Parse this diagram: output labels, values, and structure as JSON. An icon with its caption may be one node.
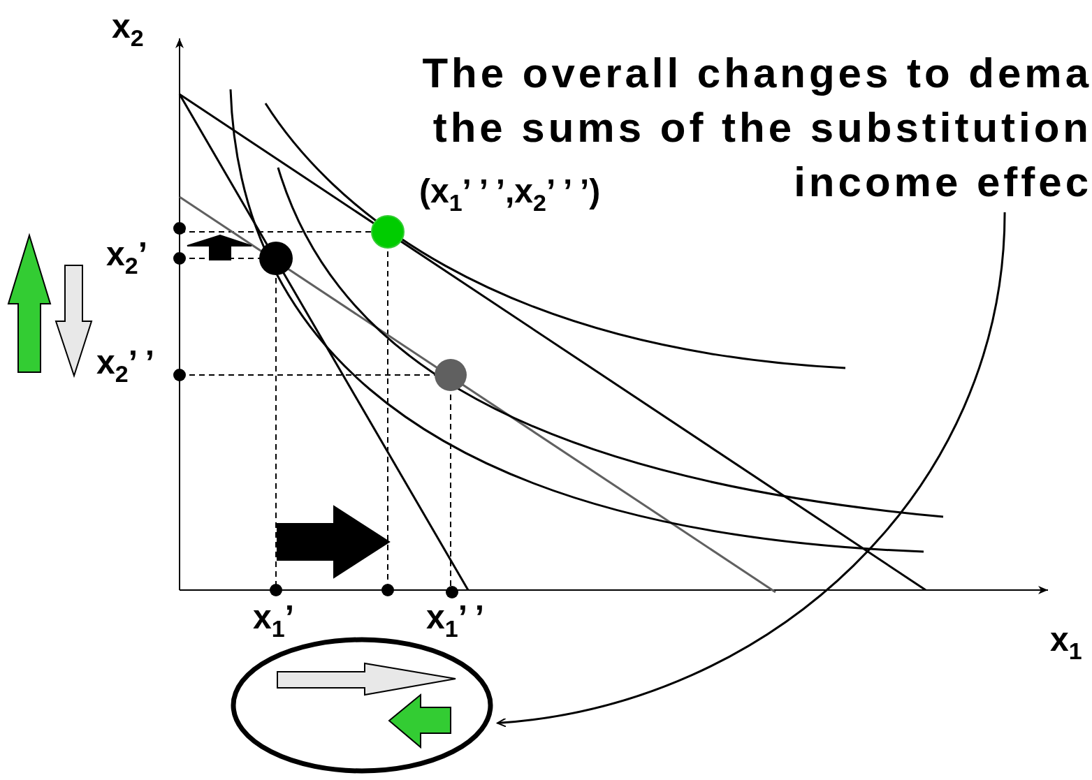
{
  "diagram": {
    "nodes": [
      {
        "text": [
          "The overall changes to dema the sums of the substitution income effec"
        ]
      },
      {
        "text": [],
        "shape": "ellipse"
      }
    ],
    "edges": [
      {
        "from": 0,
        "to": 1,
        "arrow": "to"
      }
    ],
    "labels": [
      "x$_{2}$",
      "(x$_{1}$’ ’ ’,x$_{2}$’ ’ ’)",
      "x$_{2}$’",
      "x$_{2}$’ ’",
      "x$_{1}$’",
      "x$_{1}$’ ’",
      "x$_{1}$"
    ]
  }
}
